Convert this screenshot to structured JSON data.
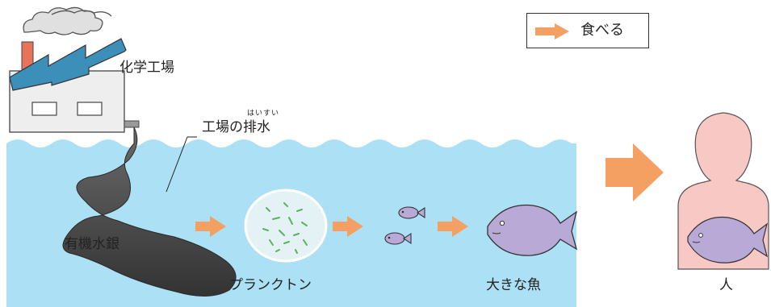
{
  "legend": {
    "text": "食べる",
    "arrow_color": "#f4a062"
  },
  "labels": {
    "factory": "化学工場",
    "wastewater": "工場の排水",
    "wastewater_ruby": "はいすい",
    "mercury": "有機水銀",
    "plankton": "プランクトン",
    "big_fish": "大きな魚",
    "human": "人"
  },
  "colors": {
    "water": "#abe0f5",
    "arrow": "#f4a062",
    "fish": "#b8a9d6",
    "human": "#f8c9c4",
    "factory_roof": "#3b8fb8",
    "chimney": "#e8735a"
  },
  "chain": [
    "有機水銀",
    "プランクトン",
    "小さな魚",
    "大きな魚",
    "人"
  ]
}
